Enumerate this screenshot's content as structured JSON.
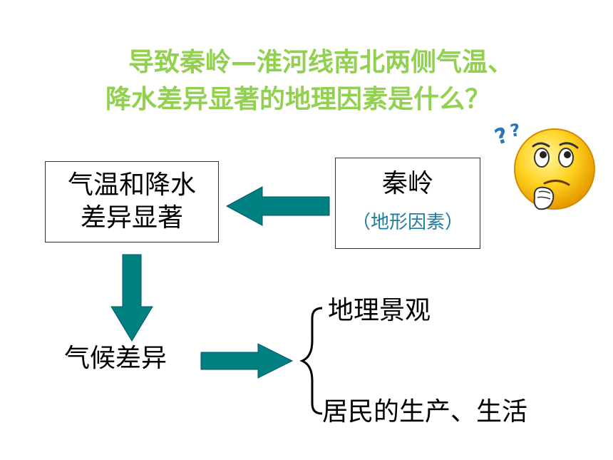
{
  "title": {
    "line1": "导致秦岭—淮河线南北两侧气温、",
    "line2": "降水差异显著的地理因素是什么？"
  },
  "boxes": {
    "effect_line1": "气温和降水",
    "effect_line2": "差异显著",
    "cause_main": "秦岭",
    "cause_sub": "（地形因素）"
  },
  "climate_difference": "气候差异",
  "outcomes": {
    "landscape": "地理景观",
    "life": "居民的生产、生活"
  },
  "icons": {
    "thinking": "thinking-face-icon"
  },
  "colors": {
    "title": "#92d050",
    "arrow": "#008080",
    "sub_text": "#1f7ea0",
    "emoji_face": "#ffd21f"
  }
}
